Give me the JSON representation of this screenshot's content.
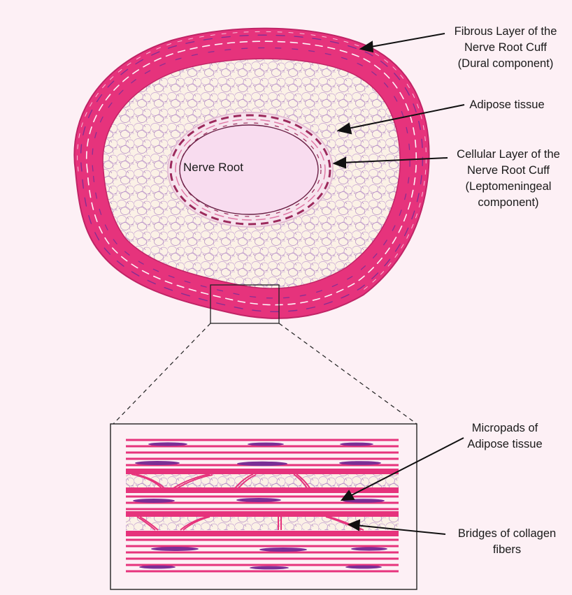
{
  "diagram": {
    "center_label": "Nerve Root",
    "labels": {
      "fibrous_layer": [
        "Fibrous Layer of the",
        "Nerve Root Cuff",
        "(Dural component)"
      ],
      "adipose": [
        "Adipose tissue"
      ],
      "cellular_layer": [
        "Cellular Layer of the",
        "Nerve Root Cuff",
        "(Leptomeningeal",
        "component)"
      ],
      "micropads": [
        "Micropads of",
        "Adipose tissue"
      ],
      "bridges": [
        "Bridges of collagen",
        "fibers"
      ]
    },
    "colors": {
      "background": "#fdf0f5",
      "collagen": "#e6337c",
      "fibroblast": "#7a2e96",
      "adipose_fill": "#fbf1e6",
      "adipose_outline": "#b48cc4",
      "nerve_root": "#f8dcef",
      "cellular_dashes": "#9c2a5c"
    }
  }
}
